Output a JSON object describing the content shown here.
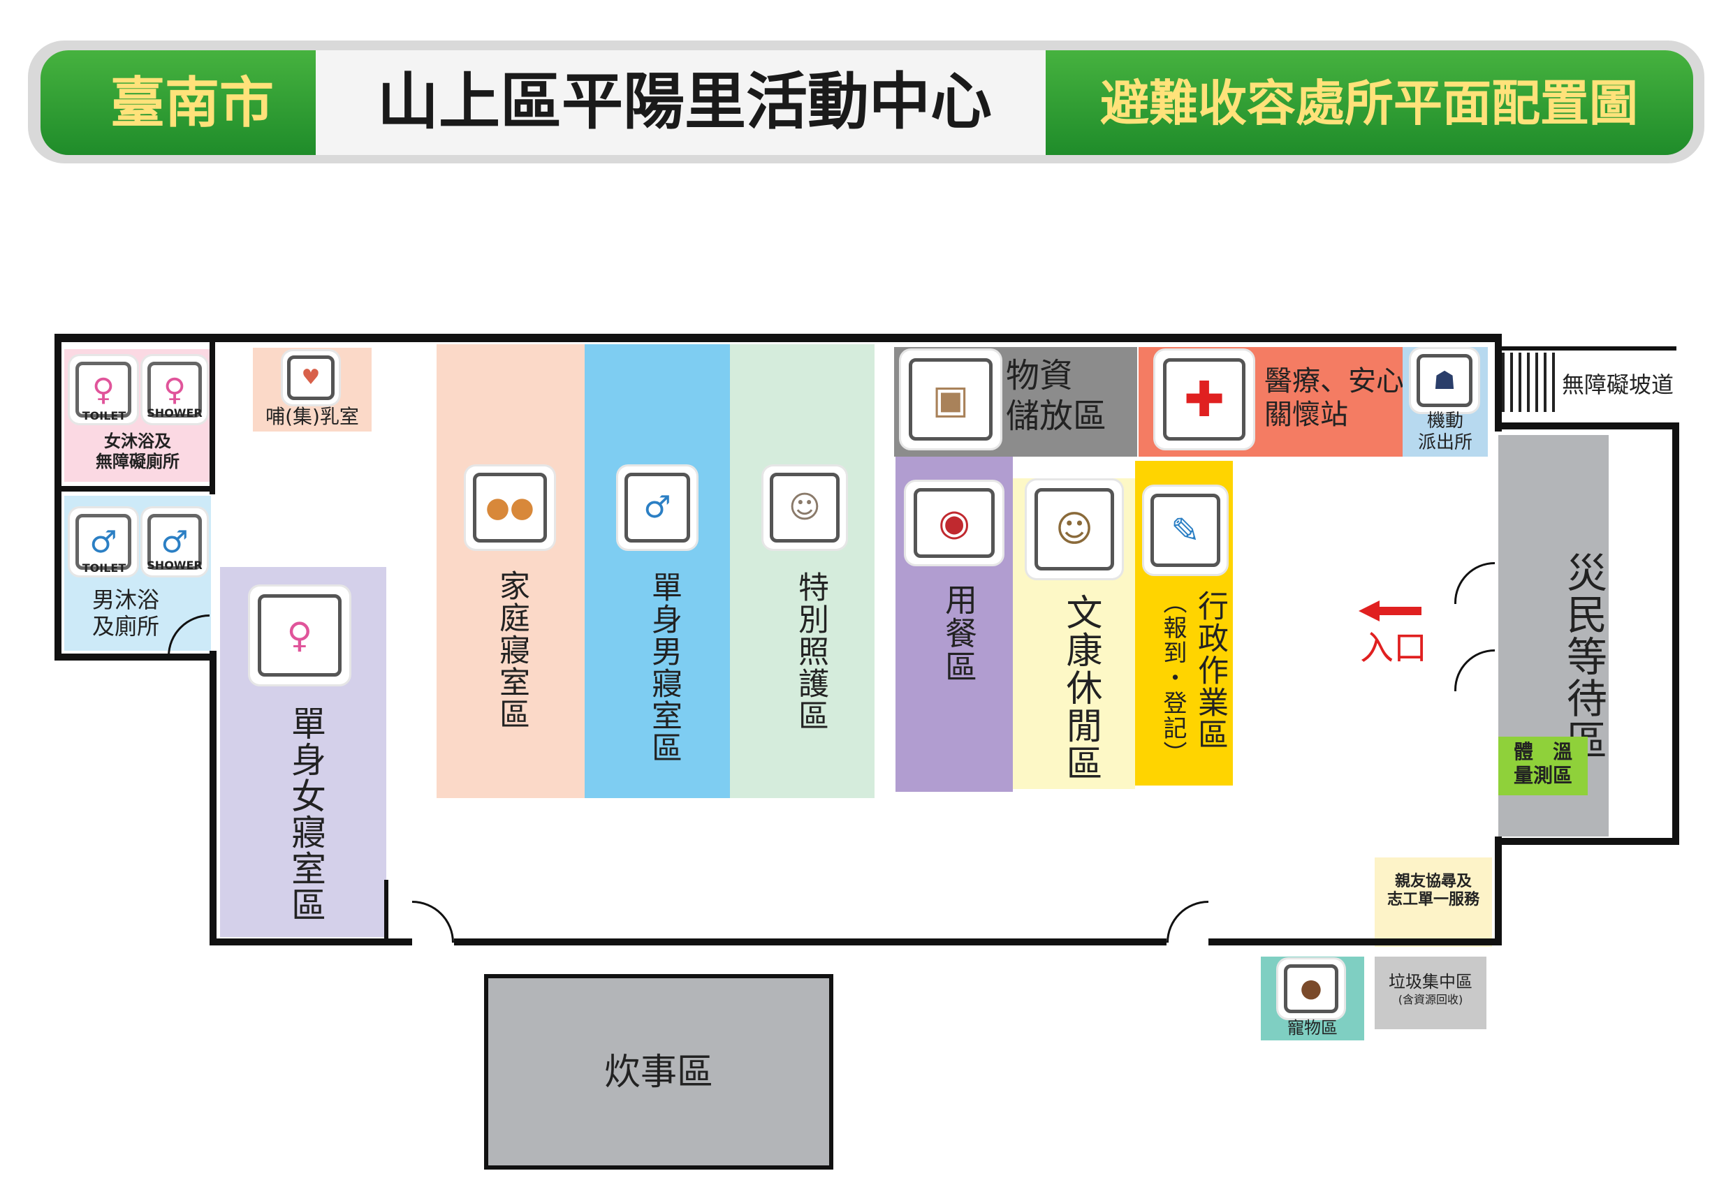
{
  "banner": {
    "city": "臺南市",
    "venue": "山上區平陽里活動中心",
    "subtitle": "避難收容處所平面配置圖"
  },
  "colors": {
    "banner_green": "#2e9e35",
    "banner_text": "#ffe27a",
    "family": "#fbd9c8",
    "single_male": "#7ecdf2",
    "special_care": "#d5ecdc",
    "single_female": "#d4d0ea",
    "dining": "#b19dd0",
    "recreation": "#fdf8c6",
    "admin": "#ffd400",
    "storage": "#8c8c8c",
    "medical": "#f47c63",
    "police": "#b7d9ef",
    "waiting": "#b3b5b8",
    "temperature": "#8fd13a",
    "pet": "#7fcfc2",
    "kitchen": "#b3b5b8",
    "entrance_arrow": "#e02020"
  },
  "rooms": {
    "womens_bath": {
      "label": "女沐浴及\n無障礙廁所",
      "toilet": "TOILET",
      "shower": "SHOWER"
    },
    "mens_bath": {
      "label": "男沐浴\n及廁所",
      "toilet": "TOILET",
      "shower": "SHOWER"
    },
    "nursing": {
      "label": "哺(集)乳室"
    },
    "family": {
      "label": "家庭寢室區"
    },
    "single_male": {
      "label": "單身男寢室區"
    },
    "special_care": {
      "label": "特別照護區"
    },
    "single_female": {
      "label": "單身女寢室區"
    },
    "storage": {
      "label": "物資\n儲放區"
    },
    "dining": {
      "label": "用餐區"
    },
    "recreation": {
      "label": "文康休閒區"
    },
    "admin": {
      "label": "行政作業區",
      "sub": "（報到・登記）"
    },
    "medical": {
      "label": "醫療、安心\n關懷站"
    },
    "police": {
      "label": "機動\n派出所"
    },
    "ramp": {
      "label": "無障礙坡道"
    },
    "waiting": {
      "label": "災民等待區"
    },
    "temperature": {
      "label": "體　溫\n量測區"
    },
    "family_search": {
      "label": "親友協尋及\n志工單一服務"
    },
    "pet": {
      "label": "寵物區"
    },
    "garbage": {
      "label": "垃圾集中區",
      "sub": "(含資源回收)"
    },
    "kitchen": {
      "label": "炊事區"
    },
    "entrance": {
      "label": "入口"
    }
  },
  "icons": {
    "female_symbol": "♀",
    "male_symbol": "♂",
    "medical_cross": "✚",
    "paw": "🐾"
  }
}
